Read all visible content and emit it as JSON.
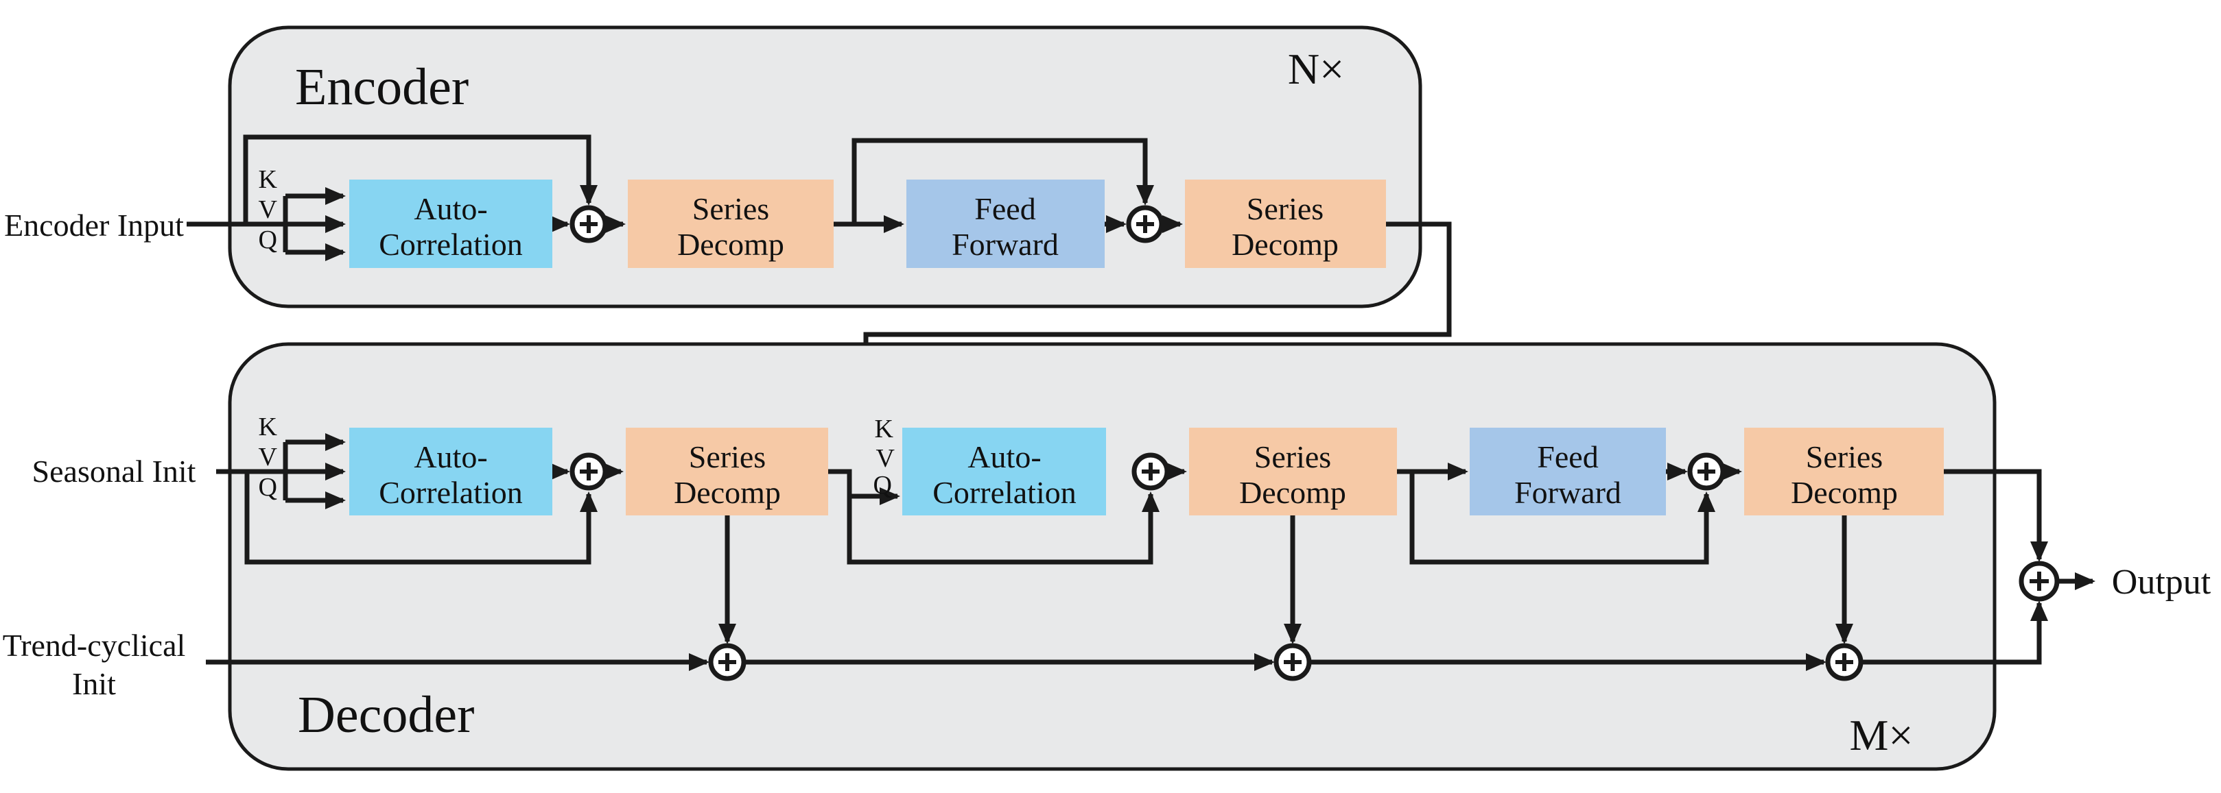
{
  "colors": {
    "container": "#e8e9ea",
    "line": "#1a1a1a",
    "ac": "#87d5f2",
    "ff": "#a5c6e9",
    "sd": "#f6c9a6"
  },
  "encoder": {
    "title": "Encoder",
    "repeat": "N×",
    "input_label": "Encoder Input",
    "kvq": {
      "k": "K",
      "v": "V",
      "q": "Q"
    },
    "auto_correlation": {
      "line1": "Auto-",
      "line2": "Correlation"
    },
    "series_decomp_1": {
      "line1": "Series",
      "line2": "Decomp"
    },
    "feed_forward": {
      "line1": "Feed",
      "line2": "Forward"
    },
    "series_decomp_2": {
      "line1": "Series",
      "line2": "Decomp"
    }
  },
  "decoder": {
    "title": "Decoder",
    "repeat": "M×",
    "seasonal_label": "Seasonal Init",
    "trend_label_line1": "Trend-cyclical",
    "trend_label_line2": "Init",
    "kvq_self": {
      "k": "K",
      "v": "V",
      "q": "Q"
    },
    "kvq_cross": {
      "k": "K",
      "v": "V",
      "q": "Q"
    },
    "auto_correlation_1": {
      "line1": "Auto-",
      "line2": "Correlation"
    },
    "series_decomp_1": {
      "line1": "Series",
      "line2": "Decomp"
    },
    "auto_correlation_2": {
      "line1": "Auto-",
      "line2": "Correlation"
    },
    "series_decomp_2": {
      "line1": "Series",
      "line2": "Decomp"
    },
    "feed_forward": {
      "line1": "Feed",
      "line2": "Forward"
    },
    "series_decomp_3": {
      "line1": "Series",
      "line2": "Decomp"
    },
    "output_label": "Output"
  }
}
